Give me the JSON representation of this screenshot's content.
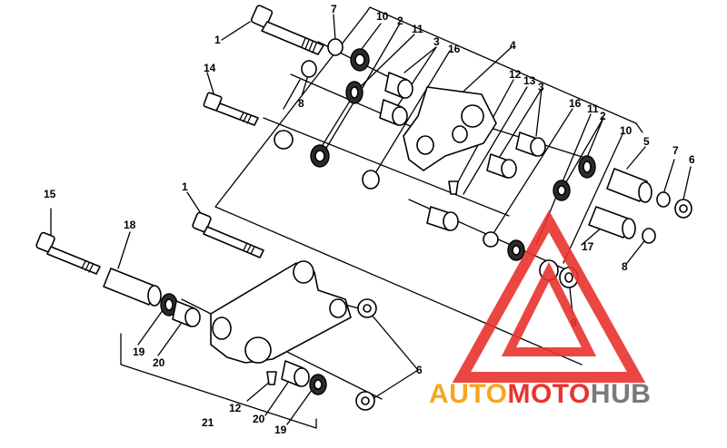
{
  "diagram": {
    "callouts": [
      "1",
      "7",
      "10",
      "2",
      "11",
      "3",
      "16",
      "4",
      "14",
      "8",
      "12",
      "13",
      "3",
      "16",
      "11",
      "2",
      "10",
      "5",
      "7",
      "6",
      "15",
      "1",
      "18",
      "17",
      "8",
      "9",
      "19",
      "20",
      "6",
      "12",
      "20",
      "19",
      "21"
    ]
  },
  "watermark": {
    "part1": "AUTO",
    "part2": "MOTO",
    "part3": "HUB",
    "color_red": "#e8332e",
    "color_orange": "#f5a623",
    "color_gray": "#7a7a7a"
  }
}
